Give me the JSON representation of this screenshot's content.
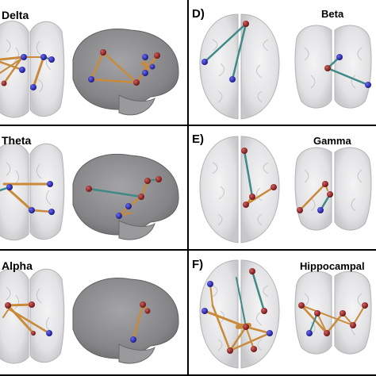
{
  "panels": {
    "delta": {
      "title": "Delta"
    },
    "theta": {
      "title": "Theta"
    },
    "alpha": {
      "title": "Alpha"
    },
    "beta": {
      "letter": "D)",
      "title": "Beta"
    },
    "gamma": {
      "letter": "E)",
      "title": "Gamma"
    },
    "hippocampal": {
      "letter": "F)",
      "title": "Hippocampal"
    }
  },
  "colors": {
    "brain_light": "#e4e4e6",
    "brain_dark": "#8a8a8c",
    "edge_orange": "#c98a3a",
    "edge_teal": "#3f8a86",
    "node_red": "#8b2323",
    "node_blue": "#2b2bb0"
  },
  "icons": {
    "brain_top": "brain-top-view",
    "brain_front": "brain-front-view",
    "brain_side": "brain-lateral-view"
  }
}
